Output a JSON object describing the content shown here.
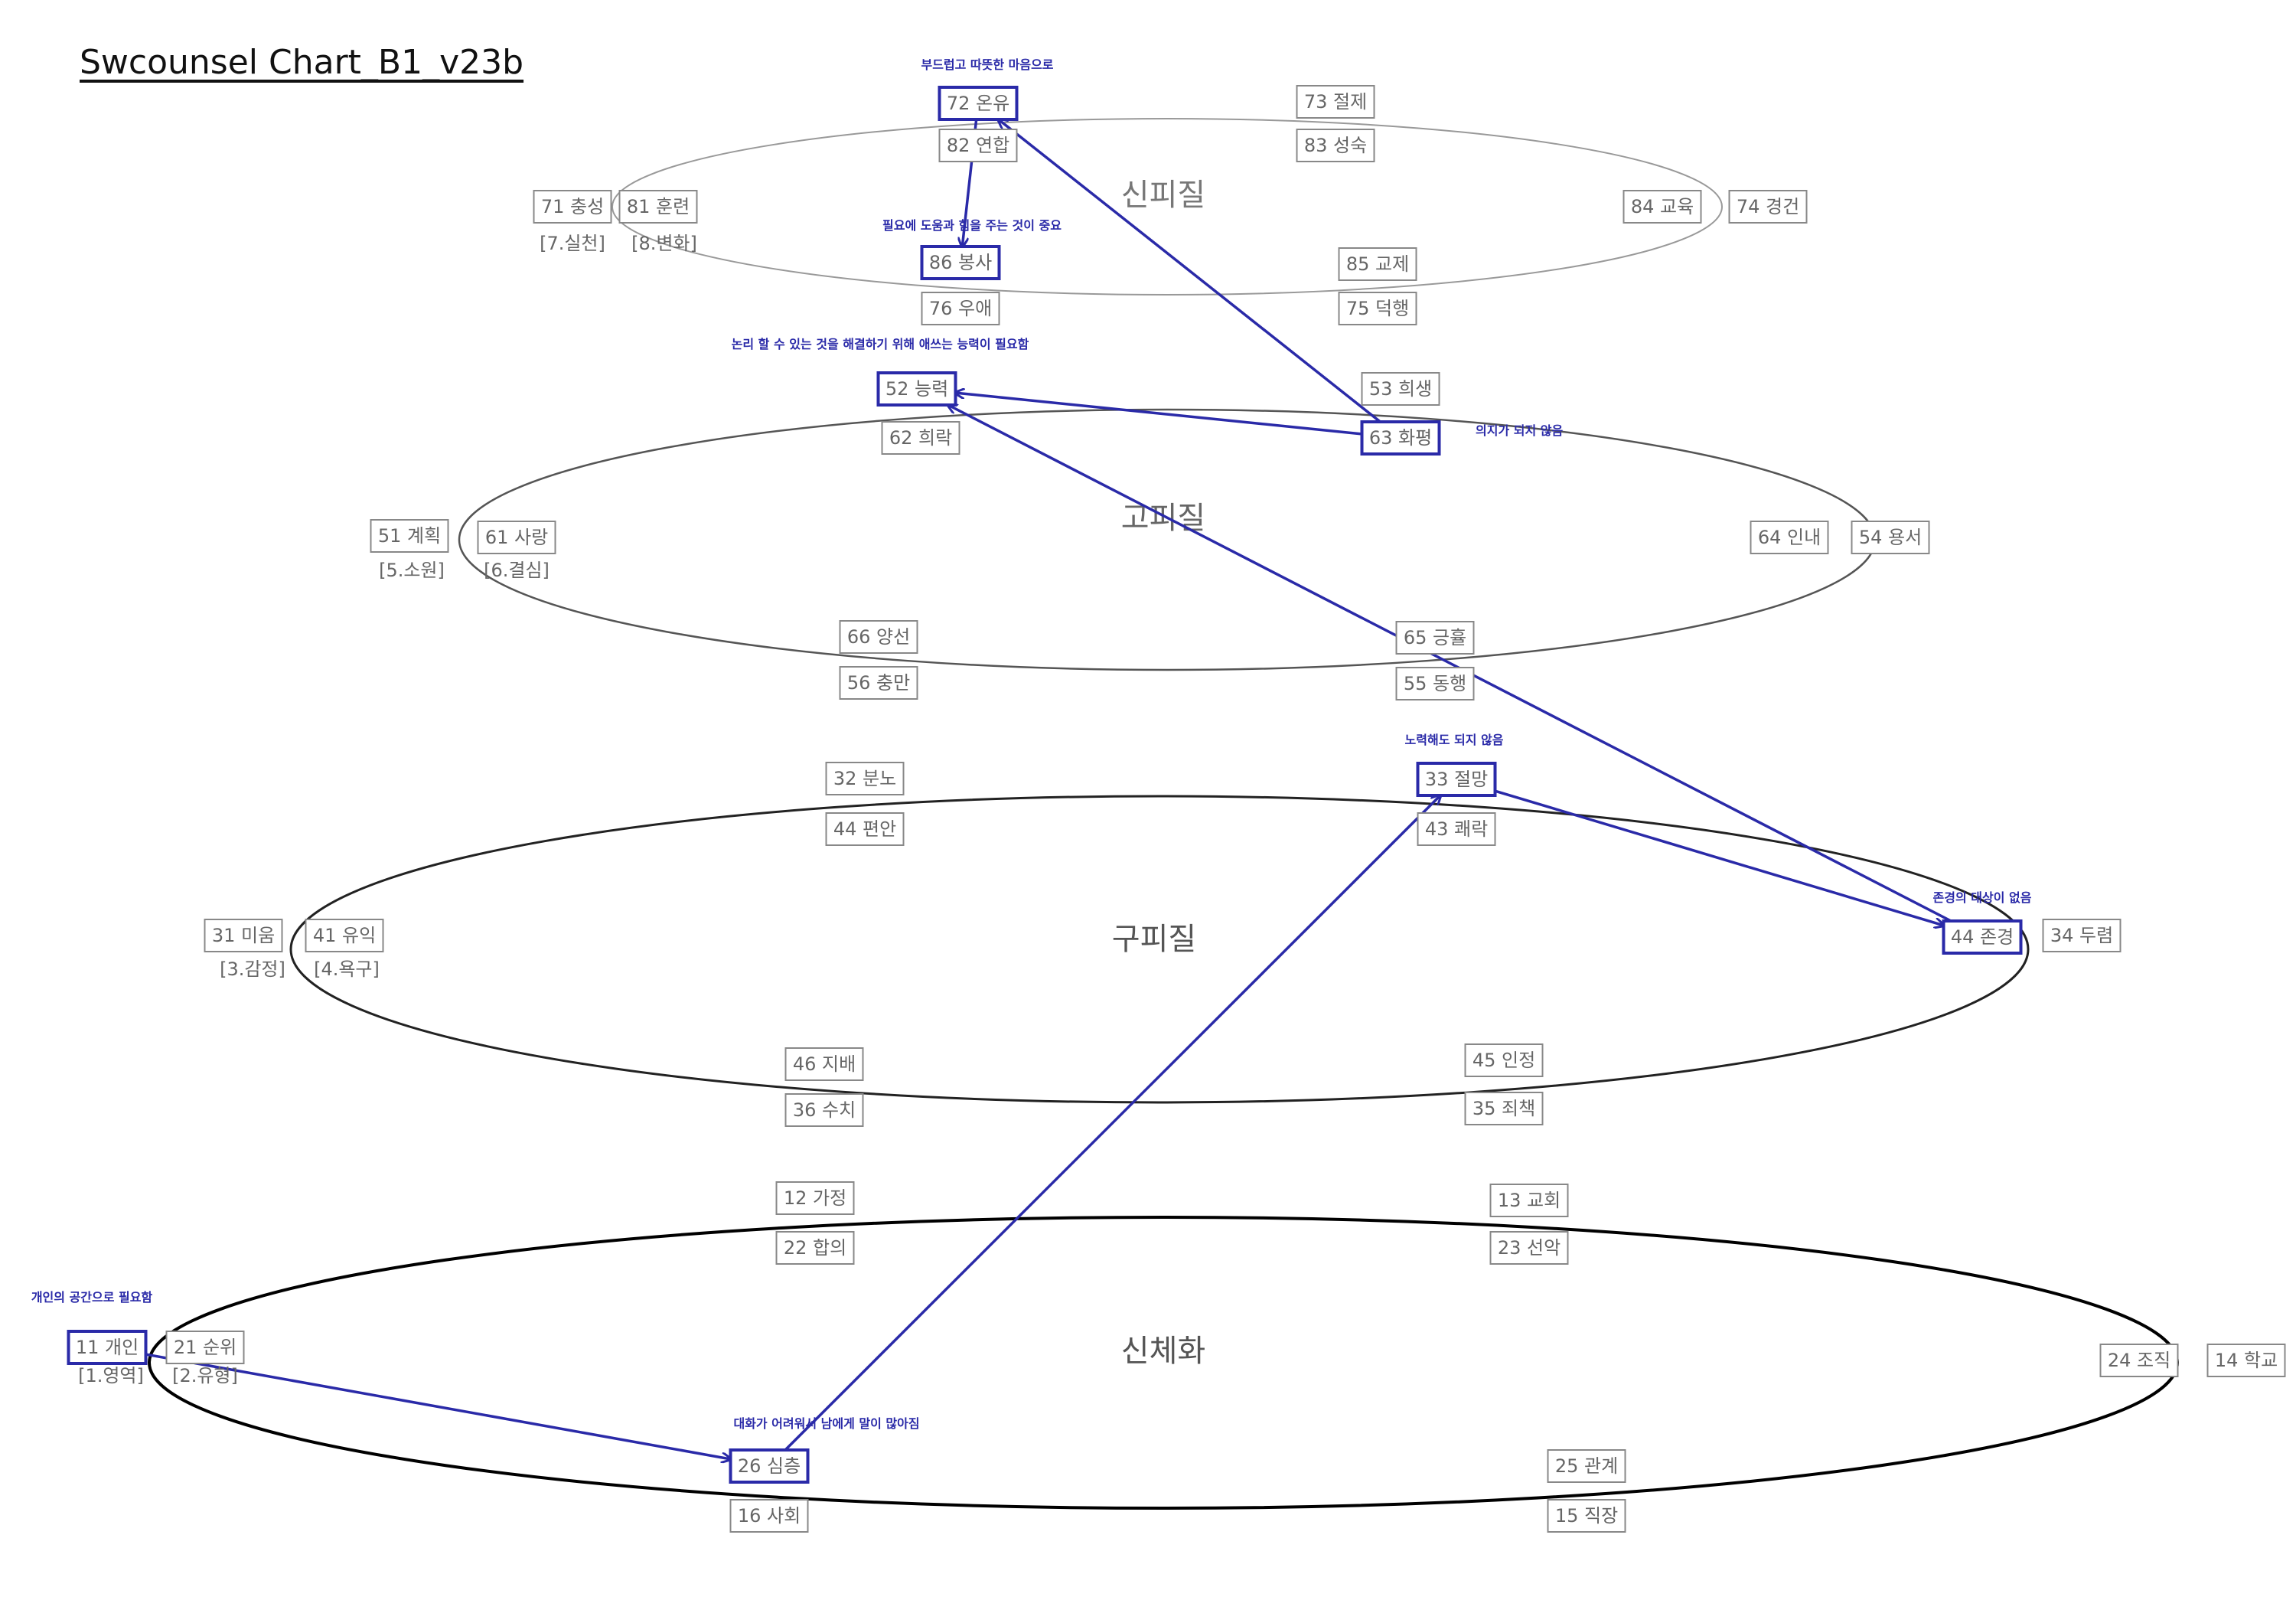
{
  "title": "Swcounsel Chart_B1_v23b",
  "colors": {
    "box": "#888888",
    "text": "#666666",
    "highlight": "#2a2aa8",
    "arrow": "#2a2aa8"
  },
  "rings": [
    {
      "id": "sinpijil",
      "label": "신피질"
    },
    {
      "id": "gopijil",
      "label": "고피질"
    },
    {
      "id": "gupijil",
      "label": "구피질"
    },
    {
      "id": "sincheHwa",
      "label": "신체화"
    }
  ],
  "nodes": {
    "n72": {
      "text": "72 온유",
      "highlighted": true,
      "note": "부드럽고 따뜻한 마음으로"
    },
    "n82": {
      "text": "82 연합"
    },
    "n73": {
      "text": "73 절제"
    },
    "n83": {
      "text": "83 성숙"
    },
    "n71": {
      "text": "71 충성"
    },
    "n81": {
      "text": "81 훈련"
    },
    "t7": {
      "text": "[7.실천]"
    },
    "t8": {
      "text": "[8.변화]"
    },
    "n84": {
      "text": "84 교육"
    },
    "n74": {
      "text": "74 경건"
    },
    "n86": {
      "text": "86 봉사",
      "highlighted": true,
      "note": "필요에 도움과 힘을 주는 것이 중요"
    },
    "n76": {
      "text": "76 우애"
    },
    "n85": {
      "text": "85 교제"
    },
    "n75": {
      "text": "75 덕행"
    },
    "n52": {
      "text": "52 능력",
      "highlighted": true,
      "note": "논리 할 수 있는 것을 해결하기 위해 애쓰는 능력이 필요함"
    },
    "n62": {
      "text": "62 희락"
    },
    "n53": {
      "text": "53 희생"
    },
    "n63": {
      "text": "63 화평",
      "highlighted": true,
      "note": "의지가 되지 않음"
    },
    "n51": {
      "text": "51 계획"
    },
    "t5": {
      "text": "[5.소원]"
    },
    "n61": {
      "text": "61 사랑"
    },
    "t6": {
      "text": "[6.결심]"
    },
    "n64": {
      "text": "64 인내"
    },
    "n54": {
      "text": "54 용서"
    },
    "n66": {
      "text": "66 양선"
    },
    "n56": {
      "text": "56 충만"
    },
    "n65": {
      "text": "65 긍휼"
    },
    "n55": {
      "text": "55 동행"
    },
    "n32": {
      "text": "32 분노"
    },
    "n44p": {
      "text": "44 편안"
    },
    "n33": {
      "text": "33 절망",
      "highlighted": true,
      "note": "노력해도 되지 않음"
    },
    "n43": {
      "text": "43 쾌락"
    },
    "n31": {
      "text": "31 미움"
    },
    "n41": {
      "text": "41 유익"
    },
    "t3": {
      "text": "[3.감정]"
    },
    "t4": {
      "text": "[4.욕구]"
    },
    "n44": {
      "text": "44 존경",
      "highlighted": true,
      "note": "존경의 대상이 없음"
    },
    "n34": {
      "text": "34 두렴"
    },
    "n46": {
      "text": "46 지배"
    },
    "n36": {
      "text": "36 수치"
    },
    "n45": {
      "text": "45 인정"
    },
    "n35": {
      "text": "35 죄책"
    },
    "n12": {
      "text": "12 가정"
    },
    "n22": {
      "text": "22 합의"
    },
    "n13": {
      "text": "13 교회"
    },
    "n23": {
      "text": "23 선악"
    },
    "n11": {
      "text": "11 개인",
      "highlighted": true,
      "note": "개인의 공간으로 필요함"
    },
    "n21": {
      "text": "21 순위"
    },
    "t1": {
      "text": "[1.영역]"
    },
    "t2": {
      "text": "[2.유형]"
    },
    "n24": {
      "text": "24 조직"
    },
    "n14": {
      "text": "14 학교"
    },
    "n26": {
      "text": "26 심층",
      "highlighted": true,
      "note": "대화가 어려워서 남에게 말이 많아짐"
    },
    "n16": {
      "text": "16 사회"
    },
    "n25": {
      "text": "25 관계"
    },
    "n15": {
      "text": "15 직장"
    }
  },
  "arrows": [
    {
      "from": "n11",
      "to": "n26"
    },
    {
      "from": "n26",
      "to": "n33"
    },
    {
      "from": "n33",
      "to": "n44"
    },
    {
      "from": "n44",
      "to": "n52"
    },
    {
      "from": "n63",
      "to": "n52"
    },
    {
      "from": "n63",
      "to": "n72"
    },
    {
      "from": "n72",
      "to": "n86"
    }
  ]
}
